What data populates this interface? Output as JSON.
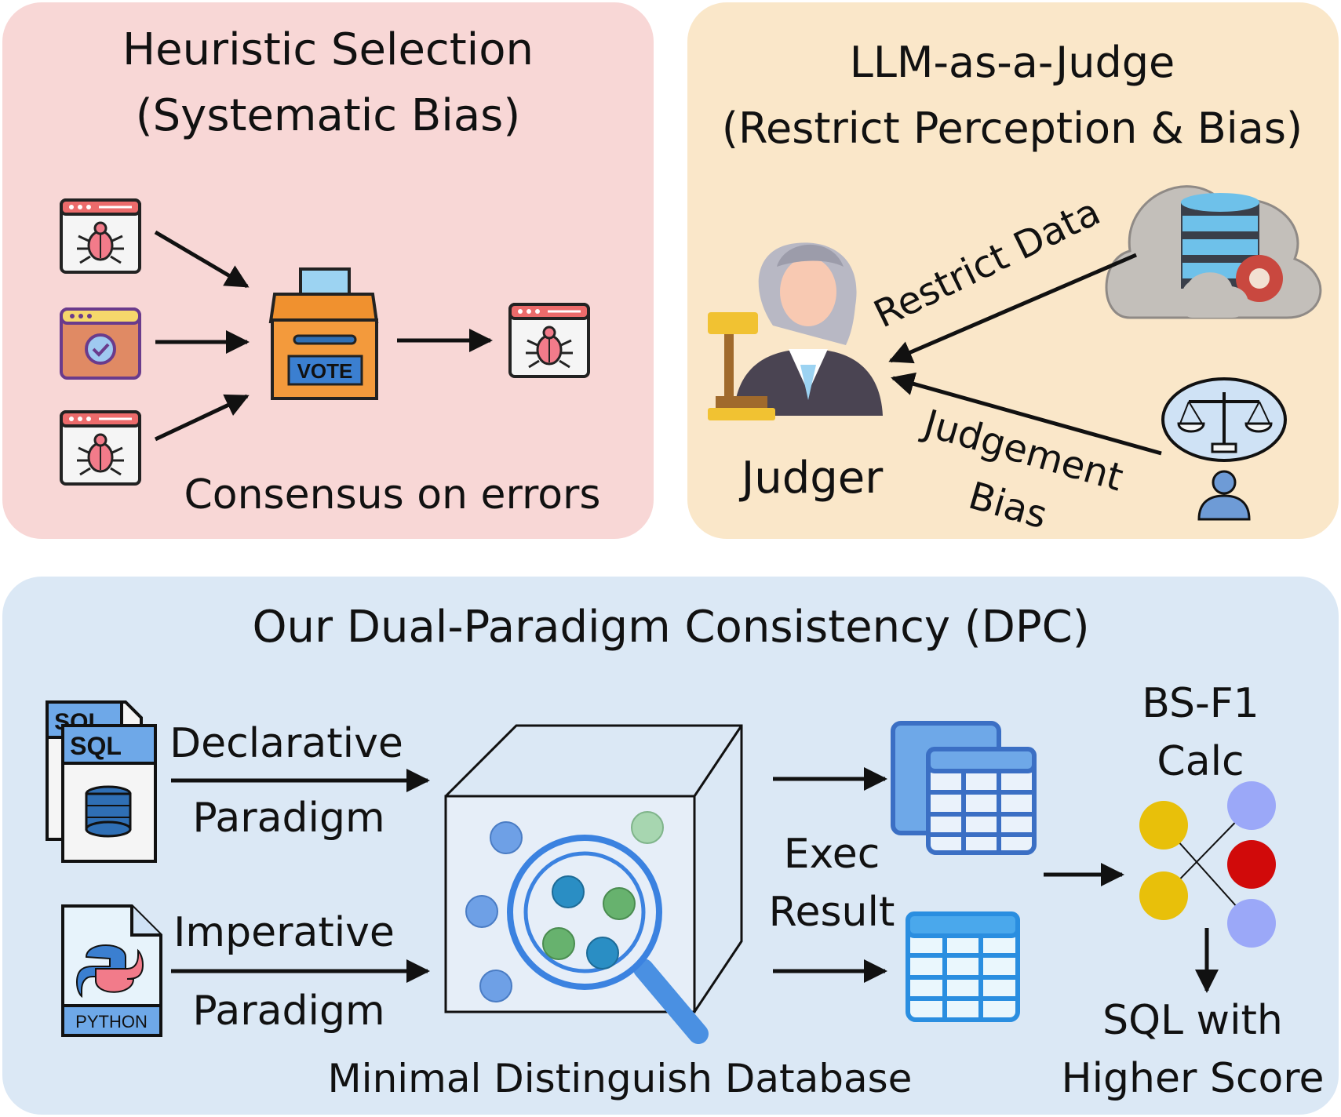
{
  "colors": {
    "panel_heuristic": "#f8d7d6",
    "panel_judge": "#fae7c9",
    "panel_dpc": "#dbe8f5",
    "arrow": "#111111"
  },
  "heuristic": {
    "title_line1": "Heuristic Selection",
    "title_line2": "(Systematic Bias)",
    "caption": "Consensus on errors",
    "ballot_label": "VOTE",
    "icons": [
      "bug-window-icon",
      "check-window-icon",
      "bug-window-icon",
      "ballot-box-icon",
      "bug-window-icon"
    ]
  },
  "judge": {
    "title_line1": "LLM-as-a-Judge",
    "title_line2": "(Restrict Perception & Bias)",
    "restrict_label": "Restrict Data",
    "bias_line1": "Judgement",
    "bias_line2": "Bias",
    "judger_label": "Judger",
    "icons": [
      "judge-icon",
      "cloud-database-icon",
      "scales-person-icon"
    ]
  },
  "dpc": {
    "title": "Our Dual-Paradigm Consistency (DPC)",
    "declarative_line1": "Declarative",
    "declarative_line2": "Paradigm",
    "imperative_line1": "Imperative",
    "imperative_line2": "Paradigm",
    "sql_tag_back": "SQL",
    "sql_tag_front": "SQL",
    "python_tag": "PYTHON",
    "database_caption": "Minimal Distinguish Database",
    "exec_line1": "Exec",
    "exec_line2": "Result",
    "metric_line1": "BS-F1",
    "metric_line2": "Calc",
    "result_line1": "SQL with",
    "result_line2": "Higher Score",
    "icons": [
      "sql-file-icon",
      "python-file-icon",
      "database-cube-icon",
      "magnifier-icon",
      "table-stack-icon",
      "table-icon",
      "matching-graph-icon"
    ]
  }
}
